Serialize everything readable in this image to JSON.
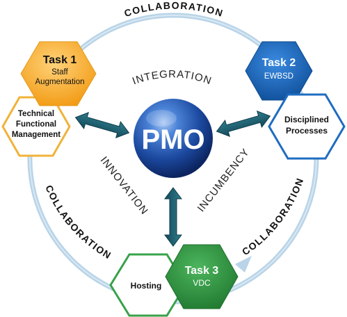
{
  "ring_label": "COLLABORATION",
  "center": {
    "label": "PMO"
  },
  "concepts": {
    "integration": "INTEGRATION",
    "innovation": "INNOVATION",
    "incumbency": "INCUMBENCY"
  },
  "tasks": {
    "task1": {
      "title": "Task 1",
      "line1": "Staff",
      "line2": "Augmentation"
    },
    "task2": {
      "title": "Task 2",
      "line1": "EWBSD"
    },
    "task3": {
      "title": "Task 3",
      "line1": "VDC"
    }
  },
  "satellites": {
    "technical": {
      "line1": "Technical",
      "line2": "Functional",
      "line3": "Management"
    },
    "disciplined": {
      "line1": "Disciplined",
      "line2": "Processes"
    },
    "hosting": {
      "line1": "Hosting"
    }
  },
  "colors": {
    "task1_fill": "#f5a623",
    "task1_outline": "#f0b23a",
    "task2_fill": "#1560b0",
    "task2_outline": "#1e6cc0",
    "task3_fill": "#2e8b3e",
    "task3_outline": "#38a14a",
    "ring": "#b9d4e8",
    "arrow": "#1e5f6e",
    "sphere": "#1a4fa0"
  }
}
